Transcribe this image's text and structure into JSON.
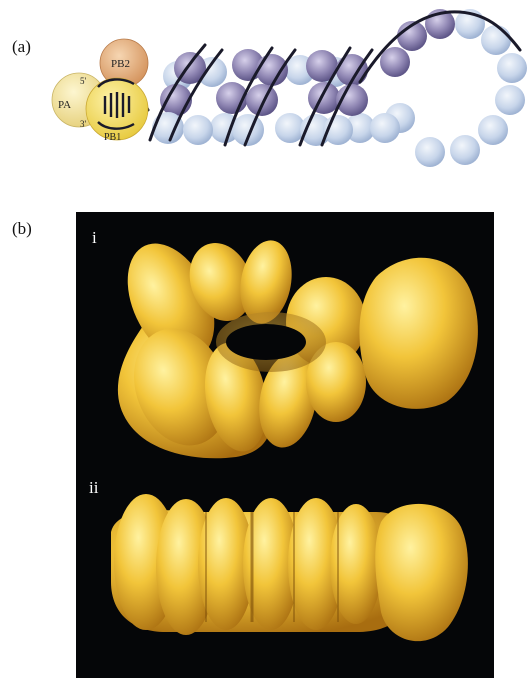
{
  "panel_a": {
    "label": "(a)",
    "proteins": {
      "pb2": "PB2",
      "pa": "PA",
      "pb1": "PB1"
    },
    "rna_ends": {
      "five_prime": "5'",
      "three_prime": "3'"
    }
  },
  "panel_b": {
    "label": "(b)",
    "sub_i": "i",
    "sub_ii": "ii"
  },
  "colors": {
    "np_dark": "#8f86b3",
    "np_light": "#c7d5ea",
    "pb2": "#e3a86f",
    "pa": "#f3e39b",
    "pb1": "#f5e46a",
    "rna": "#1a1a2a",
    "density": "#f2c53a",
    "background": "#050608"
  }
}
